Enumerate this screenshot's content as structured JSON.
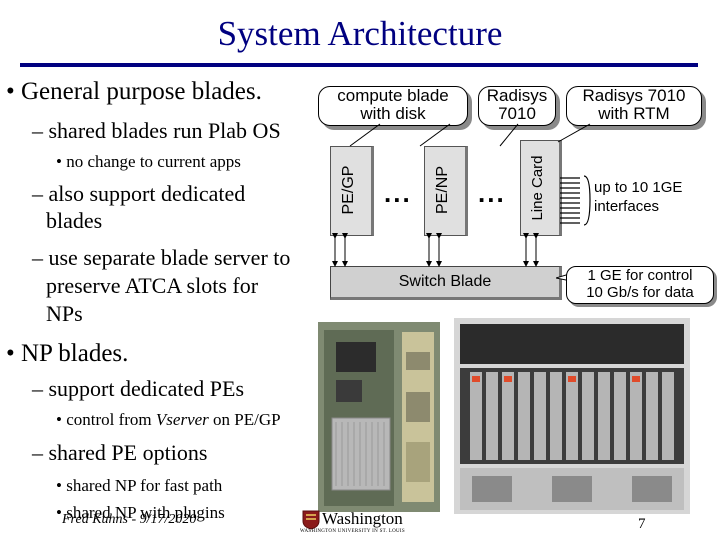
{
  "slide": {
    "title": "System Architecture",
    "bullets": {
      "general": "• General purpose blades.",
      "shared_blades": "– shared blades run Plab OS",
      "no_change": "• no change to current apps",
      "dedicated_1": "– also support dedicated",
      "dedicated_2": "blades",
      "separate_1": "– use separate blade server to",
      "separate_2": "preserve ATCA slots for",
      "separate_3": "NPs",
      "np_blades": "• NP blades.",
      "support_pes": "– support dedicated PEs",
      "control_prefix": "• control from ",
      "control_vserver": "Vserver",
      "control_suffix": " on PE/GP",
      "shared_pe": "– shared PE options",
      "fast_path": "• shared NP for fast path",
      "plugins": "• shared NP with plugins"
    },
    "diagram": {
      "compute_label_1": "compute blade",
      "compute_label_2": "with disk",
      "radisys_label_1": "Radisys",
      "radisys_label_2": "7010",
      "rtm_label_1": "Radisys 7010",
      "rtm_label_2": "with RTM",
      "pe_gp": "PE/GP",
      "pe_np": "PE/NP",
      "line_card": "Line Card",
      "ellipsis": "...",
      "switch_blade": "Switch Blade",
      "interfaces_1": "up to 10 1GE",
      "interfaces_2": "interfaces",
      "control_1": "1 GE for control",
      "control_2": "10 Gb/s for data"
    },
    "footer": {
      "author": "Fred Kuhns - 9/17/2020",
      "logo_text": "Washington",
      "logo_sub": "WASHINGTON UNIVERSITY IN ST. LOUIS",
      "page_number": "7"
    },
    "colors": {
      "title": "#000080",
      "rule": "#000080"
    }
  }
}
